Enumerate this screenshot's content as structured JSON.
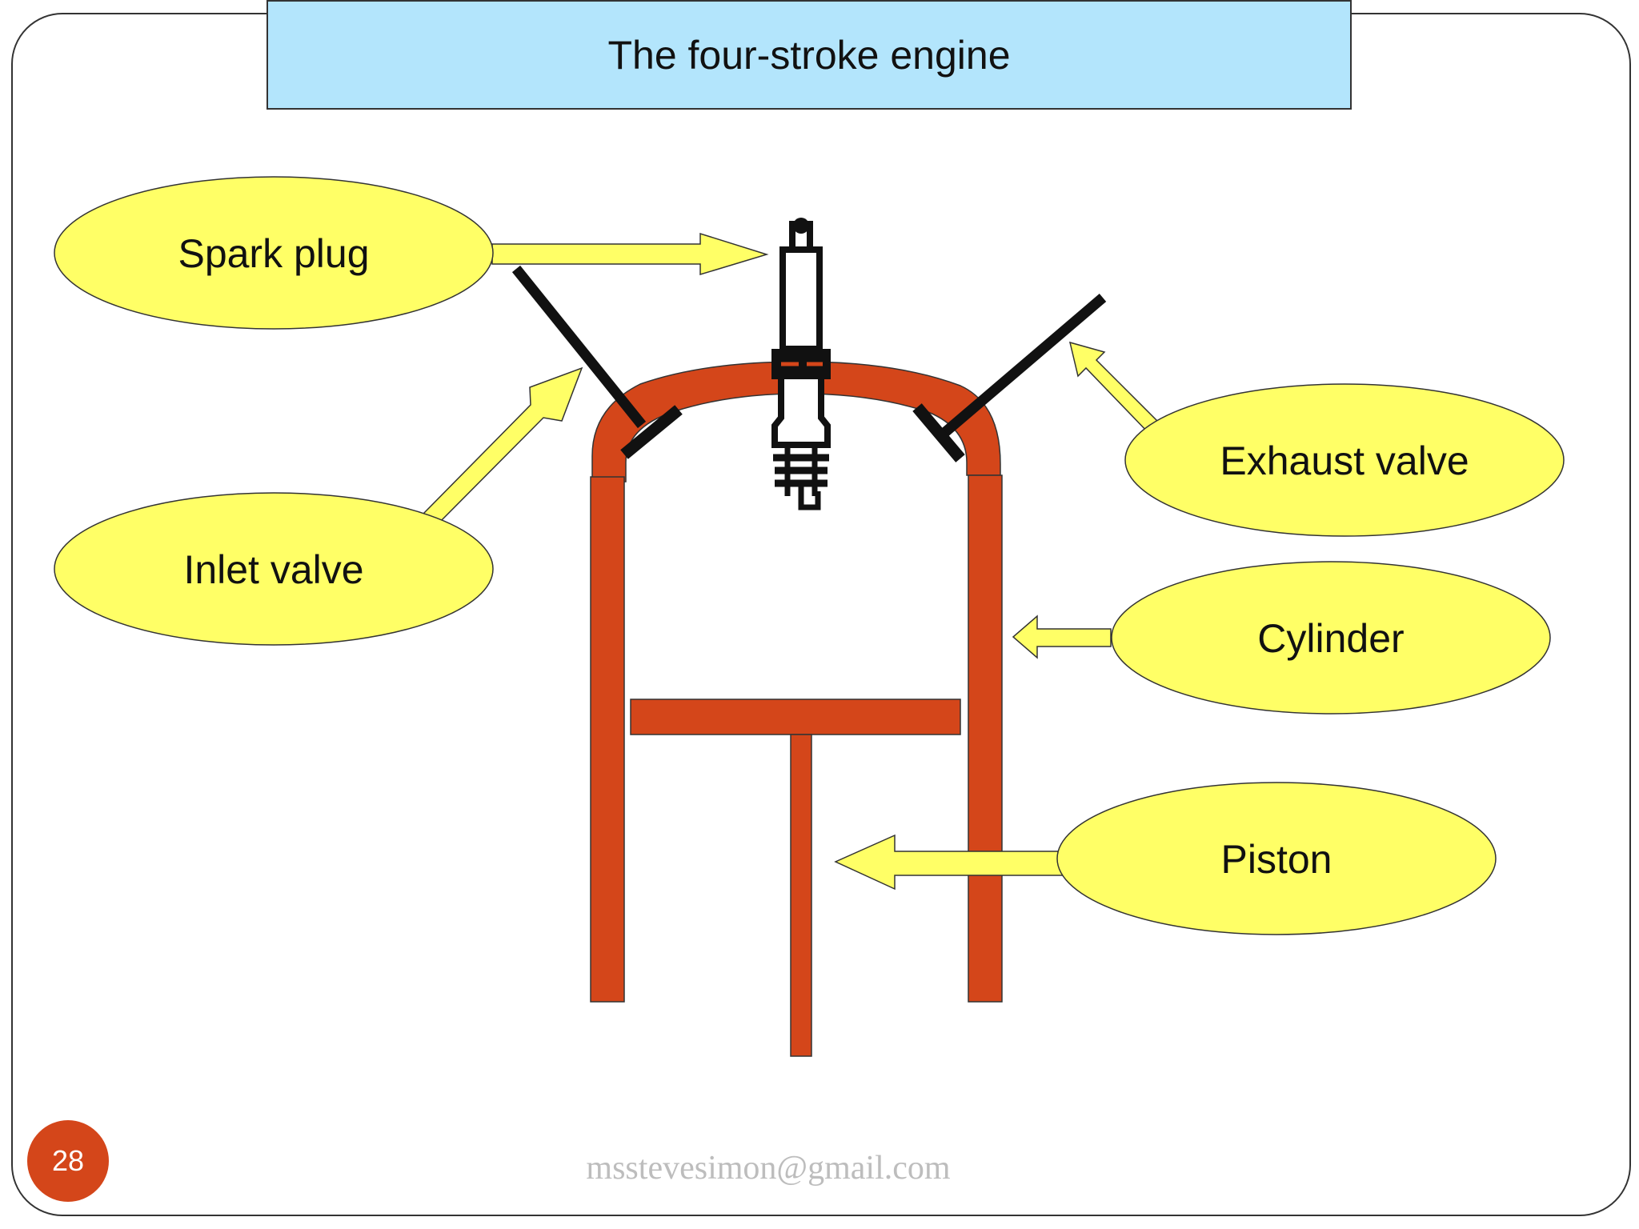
{
  "slide": {
    "title": "The four-stroke engine",
    "number": "28",
    "footer": "msstevesimon@gmail.com"
  },
  "labels": {
    "spark_plug": "Spark plug",
    "inlet_valve": "Inlet valve",
    "exhaust_valve": "Exhaust valve",
    "cylinder": "Cylinder",
    "piston": "Piston"
  },
  "colors": {
    "cylinder": "#d4461a",
    "callout_fill": "#ffff66",
    "title_bg": "#b3e5fc",
    "valve": "#111111",
    "slide_number_bg": "#d4461a"
  }
}
